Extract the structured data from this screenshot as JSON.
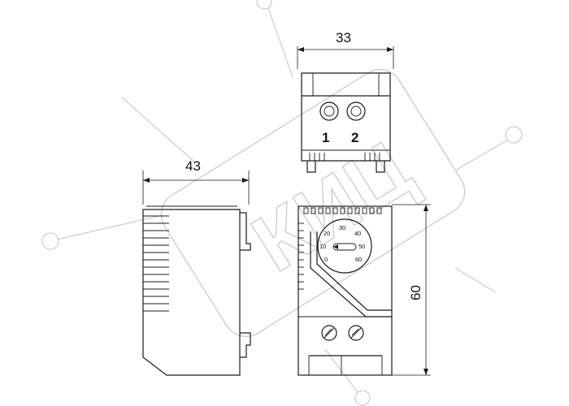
{
  "dimensions": {
    "width_top": "33",
    "depth_side": "43",
    "height_front": "60"
  },
  "terminals": {
    "terminal_1": "1",
    "terminal_2": "2"
  },
  "dial_scale": [
    "0",
    "10",
    "20",
    "30",
    "40",
    "50",
    "60"
  ],
  "watermark": {
    "text": "КИЦ"
  },
  "colors": {
    "line": "#1a1a1a",
    "watermark": "#c8c8c8",
    "background": "#ffffff"
  }
}
